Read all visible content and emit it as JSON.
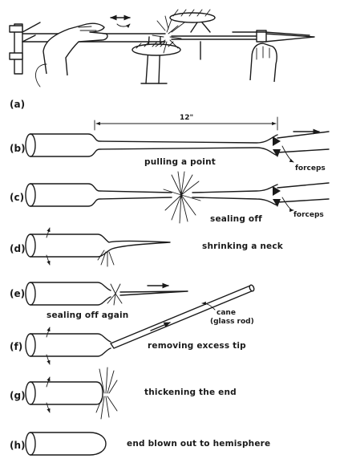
{
  "panels": [
    {
      "id": "a",
      "label": "(a)"
    },
    {
      "id": "b",
      "label": "(b)",
      "caption": "pulling a point",
      "note": "forceps",
      "dimension": "12\""
    },
    {
      "id": "c",
      "label": "(c)",
      "caption": "sealing off",
      "note": "forceps"
    },
    {
      "id": "d",
      "label": "(d)",
      "caption": "shrinking a neck"
    },
    {
      "id": "e",
      "label": "(e)",
      "caption": "sealing off again"
    },
    {
      "id": "f",
      "label": "(f)",
      "caption": "removing excess tip",
      "note_line1": "cane",
      "note_line2": "(glass rod)"
    },
    {
      "id": "g",
      "label": "(g)",
      "caption": "thickening the end"
    },
    {
      "id": "h",
      "label": "(h)",
      "caption": "end blown out to hemisphere"
    }
  ],
  "icons": [
    "hand-icon",
    "torch-icon",
    "forceps-icon",
    "flame-icon",
    "arrow-icon",
    "rotation-arrow-icon"
  ]
}
